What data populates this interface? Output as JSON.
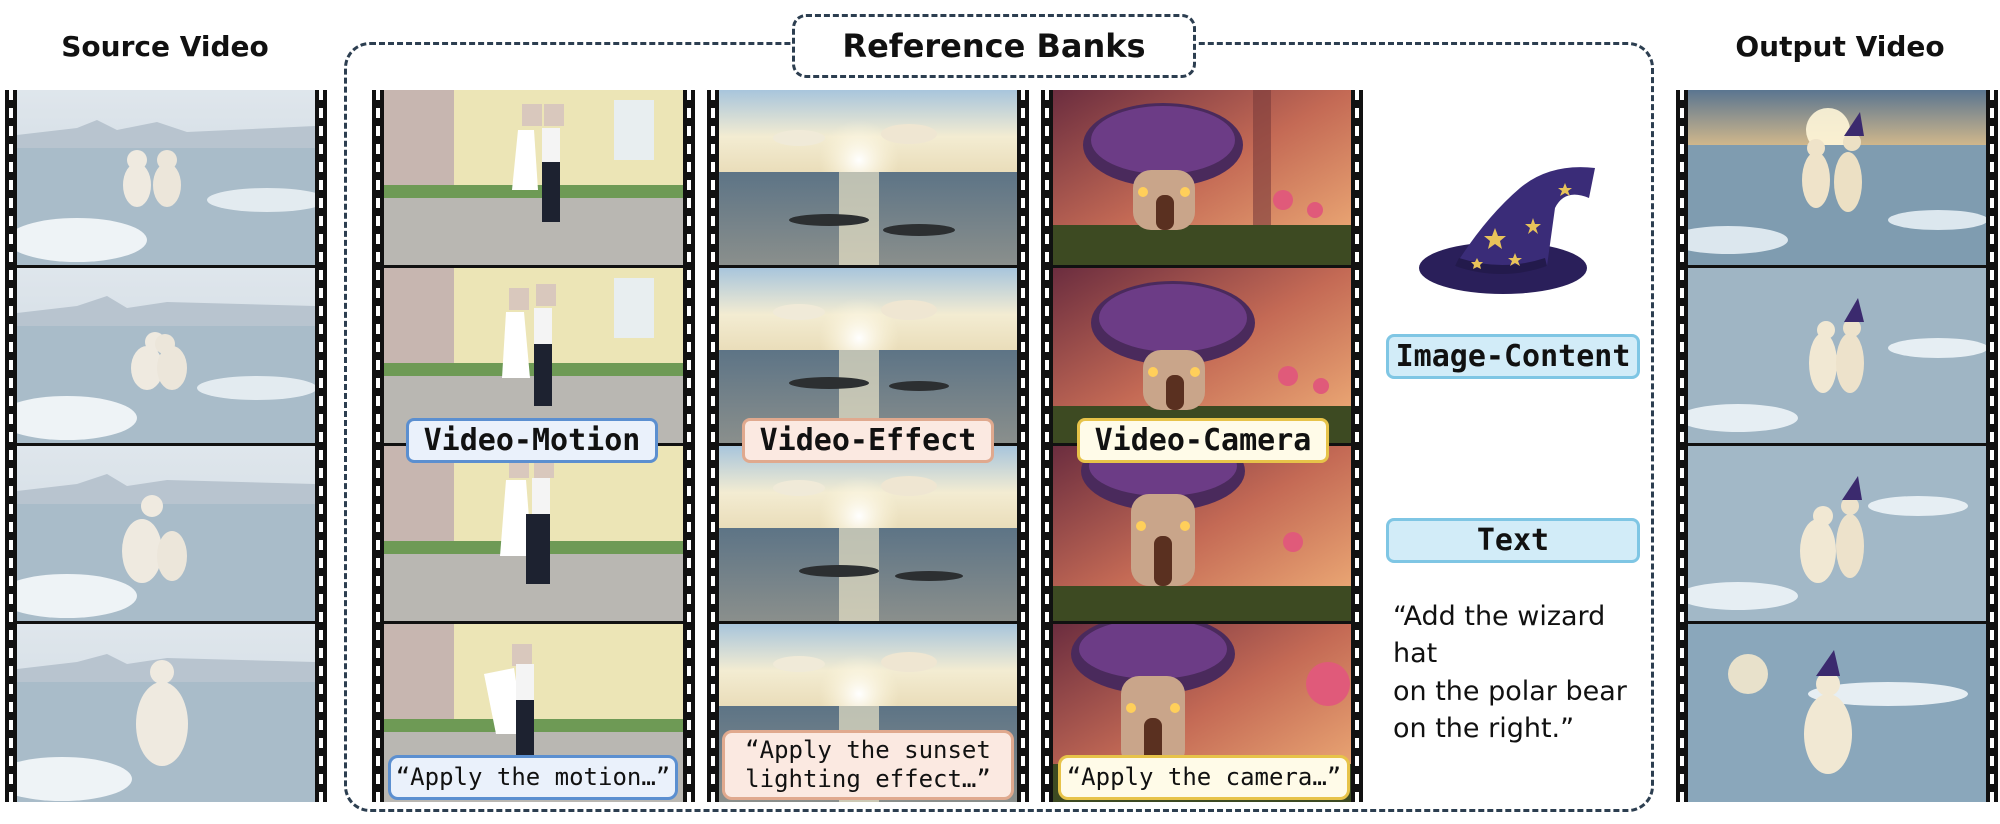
{
  "titles": {
    "source": "Source Video",
    "bank": "Reference Banks",
    "output": "Output Video"
  },
  "labels": {
    "motion": "Video-Motion",
    "effect": "Video-Effect",
    "camera": "Video-Camera",
    "image_content": "Image-Content",
    "text": "Text"
  },
  "prompts": {
    "motion": "“Apply the motion…”",
    "effect": "“Apply the sunset\nlighting effect…”",
    "camera": "“Apply the camera…”",
    "text": "“Add the wizard hat\non the polar bear\non the right.”"
  },
  "colors": {
    "motion_border": "#5b8fd0",
    "effect_border": "#e0a98e",
    "camera_border": "#e7c349",
    "blue_border": "#7fc6e4",
    "dash": "#2c3e50"
  },
  "icons": {
    "hat": "wizard-hat-icon"
  }
}
